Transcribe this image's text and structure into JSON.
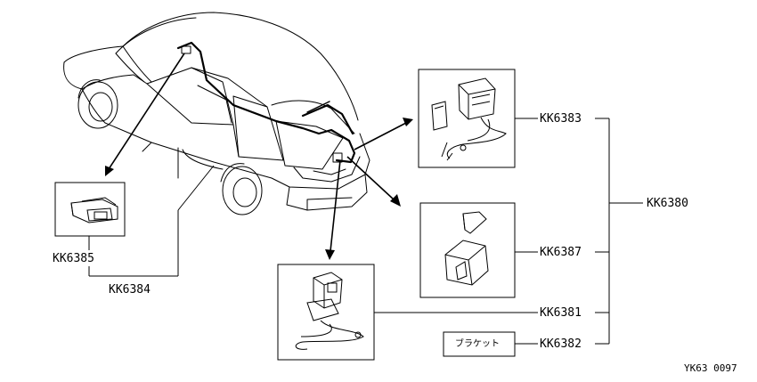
{
  "diagram": {
    "part_codes": {
      "assembly": "KK6380",
      "camera_unit": "KK6383",
      "bracket_cover": "KK6387",
      "rear_camera": "KK6381",
      "bracket": "KK6382",
      "switch": "KK6385",
      "harness": "KK6384"
    },
    "bracket_label": "ブラケット",
    "figure_id": "YK63 0097"
  }
}
